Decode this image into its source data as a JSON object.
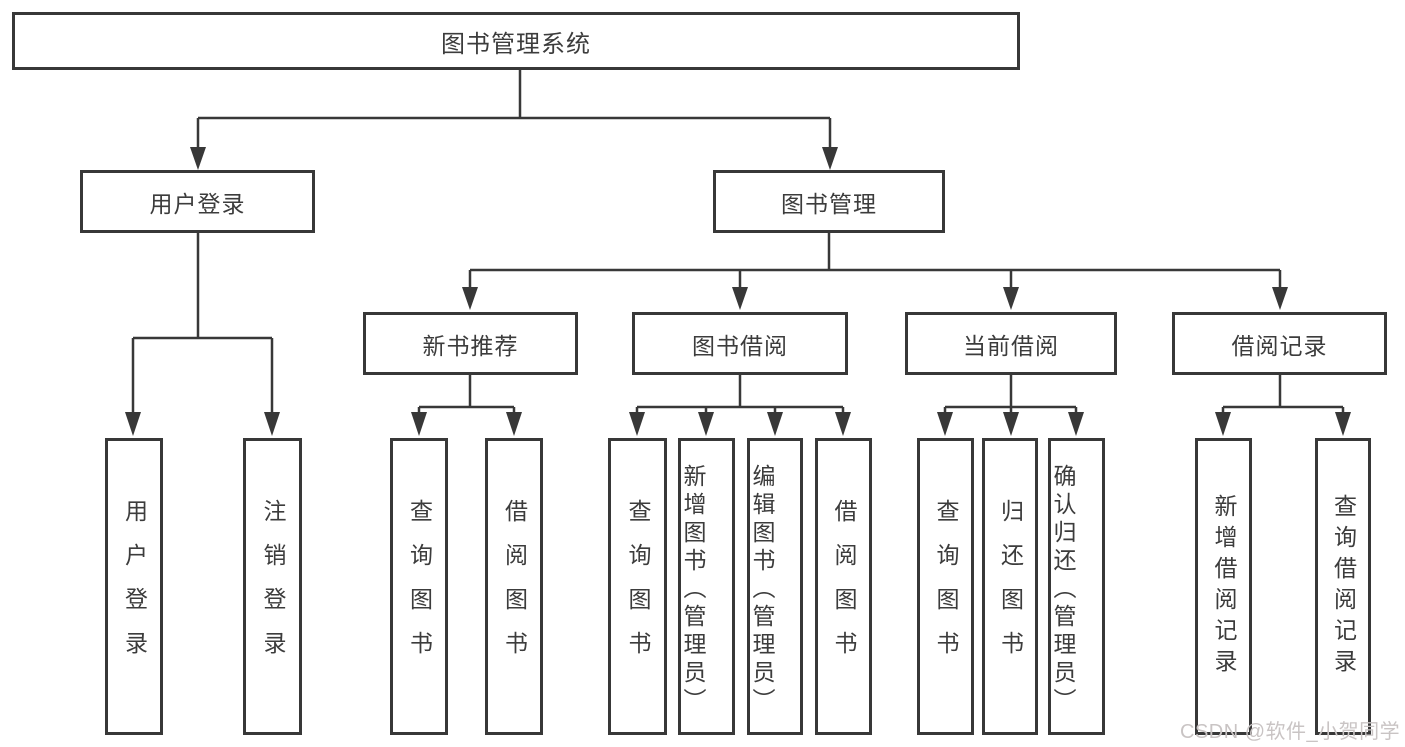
{
  "diagram": {
    "title_node": {
      "label": "图书管理系统"
    },
    "level2": [
      {
        "id": "user-login",
        "label": "用户登录",
        "parent": "图书管理系统"
      },
      {
        "id": "book-management",
        "label": "图书管理",
        "parent": "图书管理系统"
      }
    ],
    "level3": [
      {
        "id": "new-book-recommendation",
        "label": "新书推荐",
        "parent": "图书管理"
      },
      {
        "id": "book-borrowing",
        "label": "图书借阅",
        "parent": "图书管理"
      },
      {
        "id": "current-borrowing",
        "label": "当前借阅",
        "parent": "图书管理"
      },
      {
        "id": "borrowing-records",
        "label": "借阅记录",
        "parent": "图书管理"
      }
    ],
    "leaves": [
      {
        "id": "user-login-leaf",
        "label": "用户登录",
        "parent": "用户登录"
      },
      {
        "id": "logout",
        "label": "注销登录",
        "parent": "用户登录"
      },
      {
        "id": "query-books-recommend",
        "label": "查询图书",
        "parent": "新书推荐"
      },
      {
        "id": "borrow-books-recommend",
        "label": "借阅图书",
        "parent": "新书推荐"
      },
      {
        "id": "query-books-borrow",
        "label": "查询图书",
        "parent": "图书借阅"
      },
      {
        "id": "add-book-admin",
        "label": "新增图书（管理员）",
        "parent": "图书借阅"
      },
      {
        "id": "edit-book-admin",
        "label": "编辑图书（管理员）",
        "parent": "图书借阅"
      },
      {
        "id": "borrow-books-borrow",
        "label": "借阅图书",
        "parent": "图书借阅"
      },
      {
        "id": "query-books-current",
        "label": "查询图书",
        "parent": "当前借阅"
      },
      {
        "id": "return-book",
        "label": "归还图书",
        "parent": "当前借阅"
      },
      {
        "id": "confirm-return-admin",
        "label": "确认归还（管理员）",
        "parent": "当前借阅"
      },
      {
        "id": "add-borrow-record",
        "label": "新增借阅记录",
        "parent": "借阅记录"
      },
      {
        "id": "query-borrow-record",
        "label": "查询借阅记录",
        "parent": "借阅记录"
      }
    ],
    "colors": {
      "line": "#383838",
      "text": "#3c3c3c",
      "background": "#ffffff"
    }
  },
  "watermark": {
    "text": "CSDN @软件_小贺同学",
    "color": "#c9c4c4"
  }
}
